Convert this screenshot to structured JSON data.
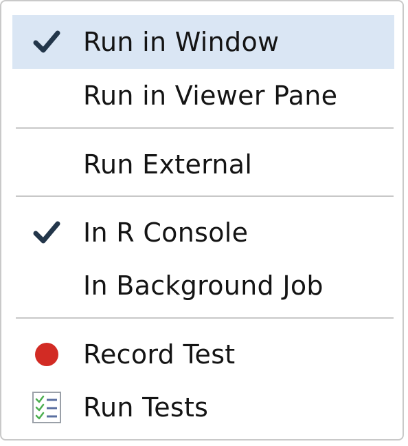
{
  "menu": {
    "items": [
      {
        "label": "Run in Window",
        "checked": true,
        "icon": "checkmark-icon",
        "highlighted": true
      },
      {
        "label": "Run in Viewer Pane",
        "checked": false
      },
      {
        "label": "Run External",
        "checked": false
      },
      {
        "label": "In R Console",
        "checked": true,
        "icon": "checkmark-icon"
      },
      {
        "label": "In Background Job",
        "checked": false
      },
      {
        "label": "Record Test",
        "icon": "record-icon"
      },
      {
        "label": "Run Tests",
        "icon": "checklist-icon"
      }
    ]
  },
  "colors": {
    "highlight": "#dae6f4",
    "checkmark": "#23364a",
    "record": "#d22b24",
    "separator": "#c8c8c8"
  }
}
